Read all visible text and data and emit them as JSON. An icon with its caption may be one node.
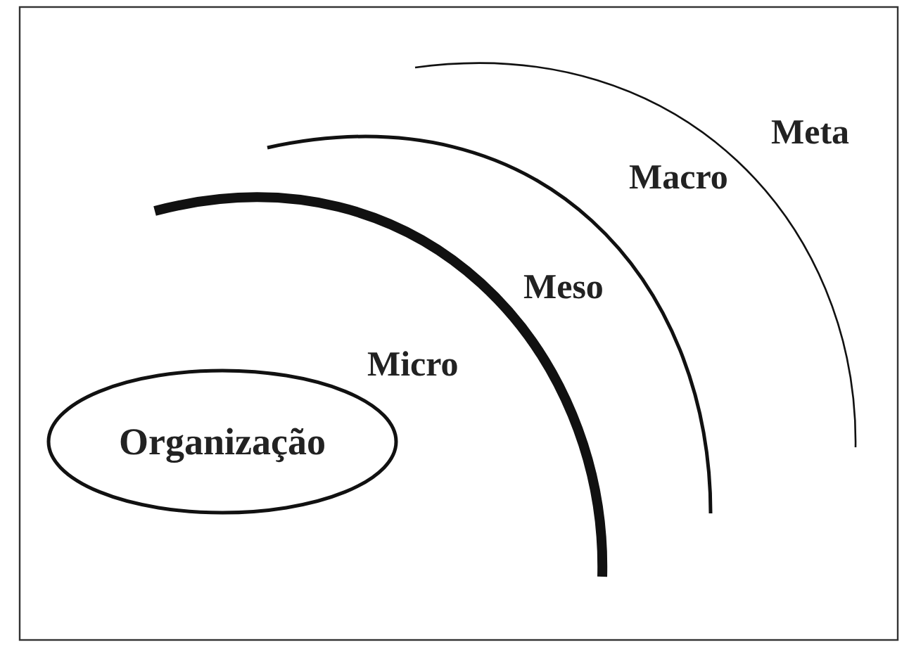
{
  "diagram": {
    "nodes": [
      {
        "text": [
          "Organização"
        ]
      }
    ],
    "labels": [
      "Meta",
      "Macro",
      "Meso",
      "Micro"
    ]
  }
}
